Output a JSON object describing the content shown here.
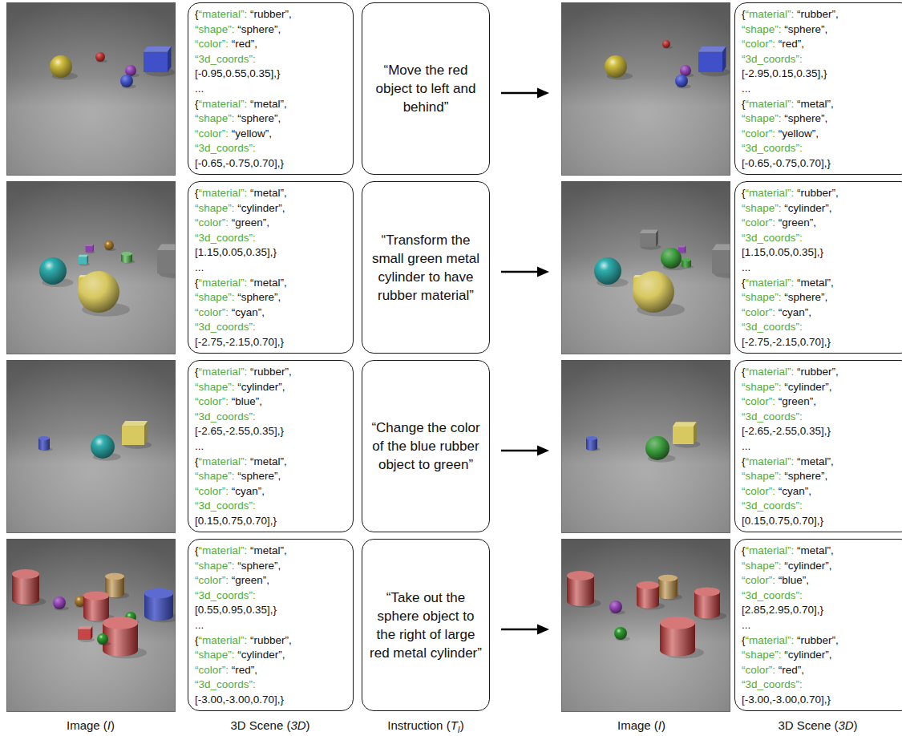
{
  "diagram": {
    "nodes": [
      {
        "text": [
          "{“material”: “rubber”,",
          "“shape”: “sphere”,",
          "“color”: “red”,",
          "“3d_coords”:",
          "[-0.95,0.55,0.35],}",
          "...",
          "{“material”: “metal”,",
          "“shape”: “sphere”,",
          "“color”: “yellow”,",
          "“3d_coords”:",
          "[-0.65,-0.75,0.70],}"
        ]
      },
      {
        "text": [
          "“Move the red object to left and behind”"
        ]
      },
      {
        "text": [
          "{“material”: “rubber”,",
          "“shape”: “sphere”,",
          "“color”: “red”,",
          "“3d_coords”:",
          "[-2.95,0.15,0.35],}",
          "...",
          "{“material”: “metal”,",
          "“shape”: “sphere”,",
          "“color”: “yellow”,",
          "“3d_coords”:",
          "[-0.65,-0.75,0.70],}"
        ]
      },
      {
        "text": [
          "{“material”: “metal”,",
          "“shape”: “cylinder”,",
          "“color”: “green”,",
          "“3d_coords”:",
          "[1.15,0.05,0.35],}",
          "...",
          "{“material”: “metal”,",
          "“shape”: “sphere”,",
          "“color”: “cyan”,",
          "“3d_coords”:",
          "[-2.75,-2.15,0.70],}"
        ]
      },
      {
        "text": [
          "“Transform the small green metal cylinder to have rubber material”"
        ]
      },
      {
        "text": [
          "{“material”: “rubber”,",
          "“shape”: “cylinder”,",
          "“color”: “green”,",
          "“3d_coords”:",
          "[1.15,0.05,0.35],}",
          "...",
          "{“material”: “metal”,",
          "“shape”: “sphere”,",
          "“color”: “cyan”,",
          "“3d_coords”:",
          "[-2.75,-2.15,0.70],}"
        ]
      },
      {
        "text": [
          "{“material”: “rubber”,",
          "“shape”: “cylinder”,",
          "“color”: “blue”,",
          "“3d_coords”:",
          "[-2.65,-2.55,0.35],}",
          "...",
          "{“material”: “metal”,",
          "“shape”: “sphere”,",
          "“color”: “cyan”,",
          "“3d_coords”:",
          "[0.15,0.75,0.70],}"
        ]
      },
      {
        "text": [
          "“Change the color of the blue rubber object to green”"
        ]
      },
      {
        "text": [
          "{“material”: “rubber”,",
          "“shape”: “cylinder”,",
          "“color”: “green”,",
          "“3d_coords”:",
          "[-2.65,-2.55,0.35],}",
          "...",
          "{“material”: “metal”,",
          "“shape”: “sphere”,",
          "“color”: “cyan”,",
          "“3d_coords”:",
          "[0.15,0.75,0.70],}"
        ]
      },
      {
        "text": [
          "{“material”: “metal”,",
          "“shape”: “sphere”,",
          "“color”: “green”,",
          "“3d_coords”:",
          "[0.55,0.95,0.35],}",
          "...",
          "{“material”: “rubber”,",
          "“shape”: “cylinder”,",
          "“color”: “red”,",
          "“3d_coords”:",
          "[-3.00,-3.00,0.70],}"
        ]
      },
      {
        "text": [
          "“Take out the sphere object to the right of large red metal cylinder”"
        ]
      },
      {
        "text": [
          "{“material”: “metal”,",
          "“shape”: “cylinder”,",
          "“color”: “blue”,",
          "“3d_coords”:",
          "[2.85,2.95,0.70],}",
          "...",
          "{“material”: “rubber”,",
          "“shape”: “cylinder”,",
          "“color”: “red”,",
          "“3d_coords”:",
          "[-3.00,-3.00,0.70],}"
        ]
      }
    ],
    "labels": [
      "Image (I)",
      "3D Scene (3D)",
      "Instruction (TI)",
      "Image (I)",
      "3D Scene (3D)"
    ]
  }
}
